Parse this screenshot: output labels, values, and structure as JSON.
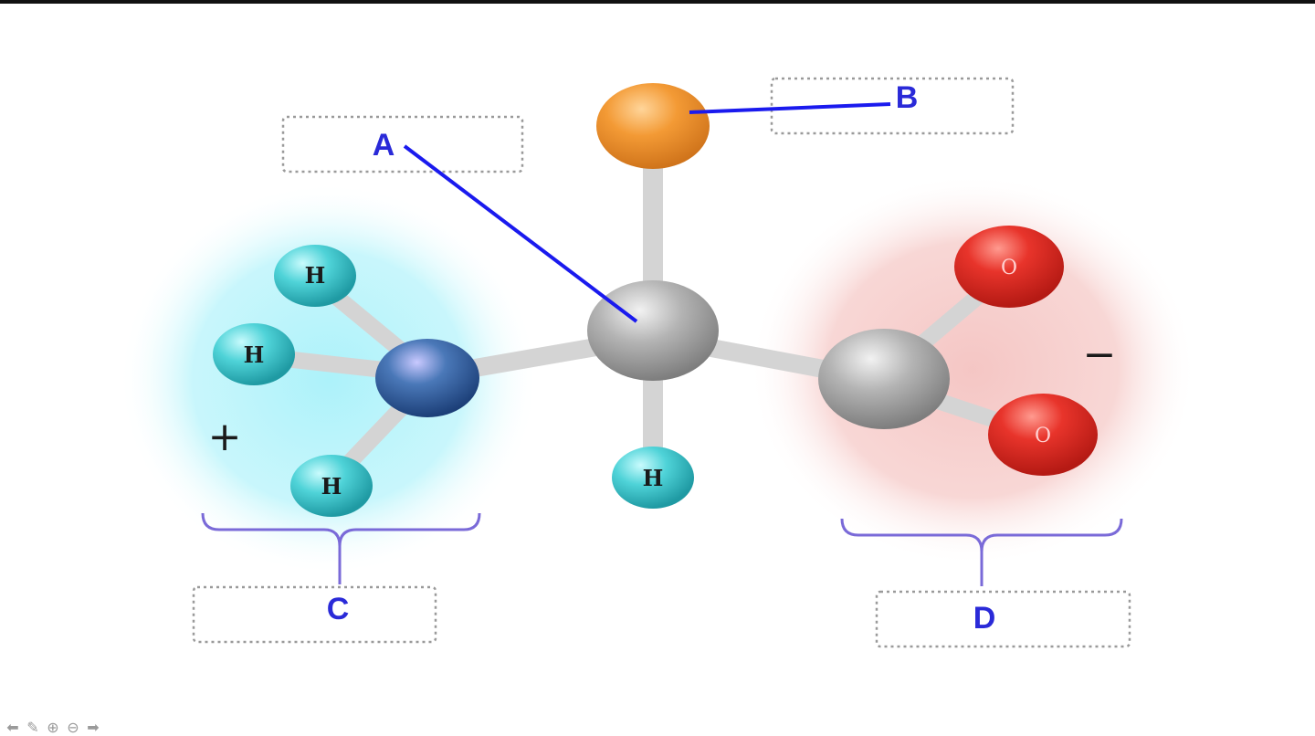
{
  "labels": {
    "a": "A",
    "b": "B",
    "c": "C",
    "d": "D"
  },
  "atoms": {
    "hydrogen": "H",
    "oxygen": "O"
  },
  "charges": {
    "positive": "+",
    "negative": "−"
  },
  "colors": {
    "label_text": "#2a2ad8",
    "pointer_line": "#1a1aee",
    "bracket": "#7a6ad8",
    "amino_glow": "#b8f4fb",
    "carboxyl_glow": "#f6c9c7",
    "hydrogen": "#3ec9cf",
    "nitrogen": "#2a5a9a",
    "carbon": "#a9a9a9",
    "oxygen": "#e02a22",
    "r_group": "#f0922a"
  },
  "nav": {
    "icons": [
      "back-arrow-icon",
      "pen-icon",
      "zoom-in-icon",
      "zoom-out-icon",
      "forward-arrow-icon"
    ]
  }
}
